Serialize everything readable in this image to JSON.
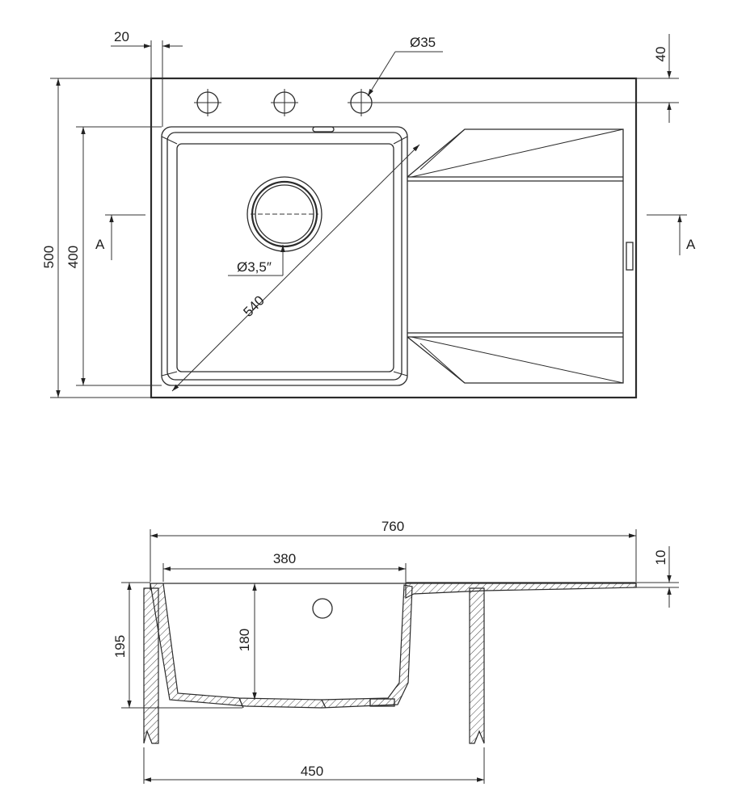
{
  "dimensions": {
    "hole_offset": "20",
    "hole_diameter": "Ø35",
    "hole_edge_distance": "40",
    "overall_depth": "500",
    "bowl_length": "400",
    "drain_diameter": "Ø3,5″",
    "diagonal": "540",
    "overall_width": "760",
    "bowl_width": "380",
    "rim_thickness": "10",
    "total_height": "195",
    "bowl_depth": "180",
    "cabinet_width": "450"
  },
  "section_labels": {
    "left": "A",
    "right": "A"
  },
  "colors": {
    "line": "#2b2b2b",
    "background": "#ffffff"
  }
}
